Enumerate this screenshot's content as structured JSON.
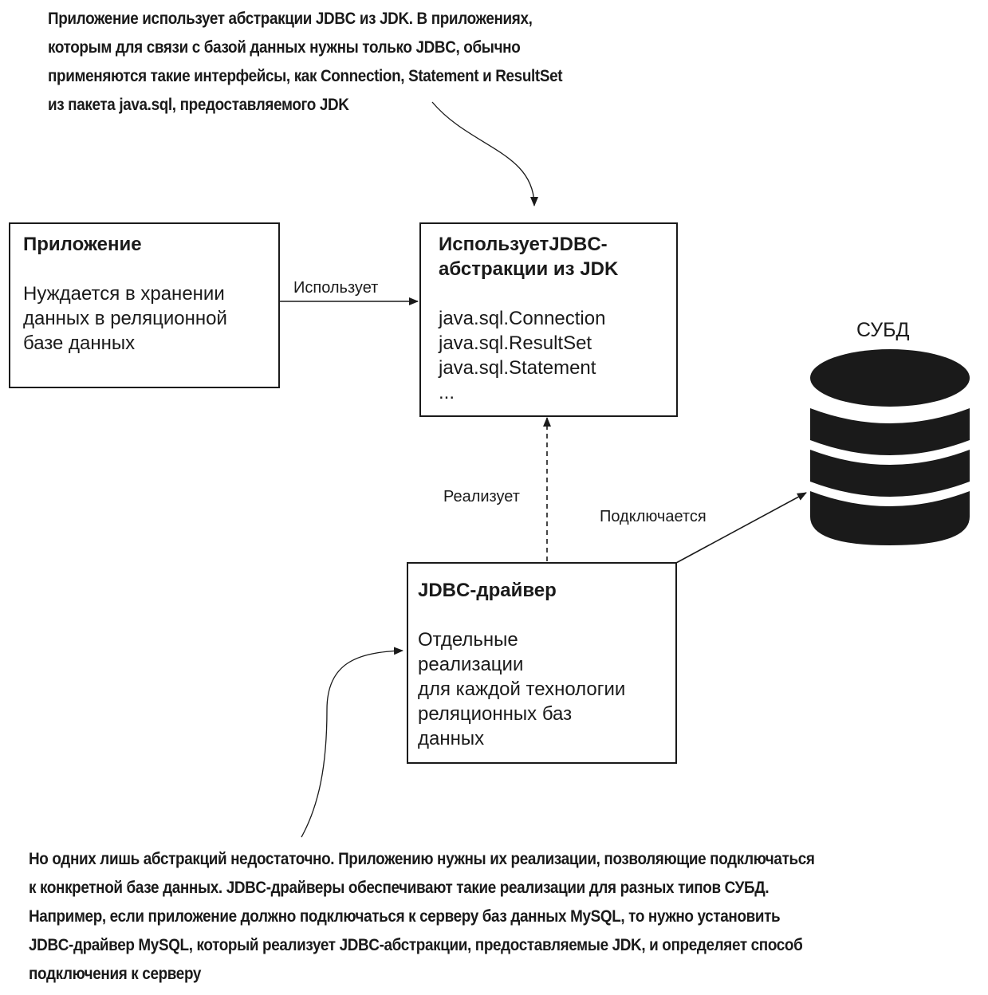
{
  "top_note": [
    "Приложение использует абстракции JDBC из JDK. В приложениях,",
    "которым для связи с базой данных нужны только JDBC, обычно",
    "применяются такие интерфейсы, как Connection, Statement и ResultSet",
    "из пакета java.sql, предоставляемого JDK"
  ],
  "app_box": {
    "title": "Приложение",
    "text": [
      "Нуждается в хранении",
      "данных в реляционной",
      "базе данных"
    ]
  },
  "jdbc_box": {
    "title": [
      "ИспользуетJDBC-",
      "абстракции из JDK"
    ],
    "items": [
      "java.sql.Connection",
      "java.sql.ResultSet",
      "java.sql.Statement",
      "..."
    ]
  },
  "driver_box": {
    "title": "JDBC-драйвер",
    "text": [
      "Отдельные",
      "реализации",
      "для каждой технологии",
      "реляционных баз",
      "данных"
    ]
  },
  "db_label": "СУБД",
  "edges": {
    "uses": "Использует",
    "implements": "Реализует",
    "connects": "Подключается"
  },
  "bottom_note": [
    "Но одних лишь абстракций недостаточно. Приложению нужны их реализации, позволяющие подключаться",
    "к конкретной базе данных. JDBC-драйверы обеспечивают такие реализации для разных типов СУБД.",
    "Например, если приложение должно подключаться к серверу баз данных MySQL, то нужно установить",
    "JDBC-драйвер MySQL, который реализует JDBC-абстракции, предоставляемые JDK, и определяет способ",
    "подключения к серверу"
  ]
}
